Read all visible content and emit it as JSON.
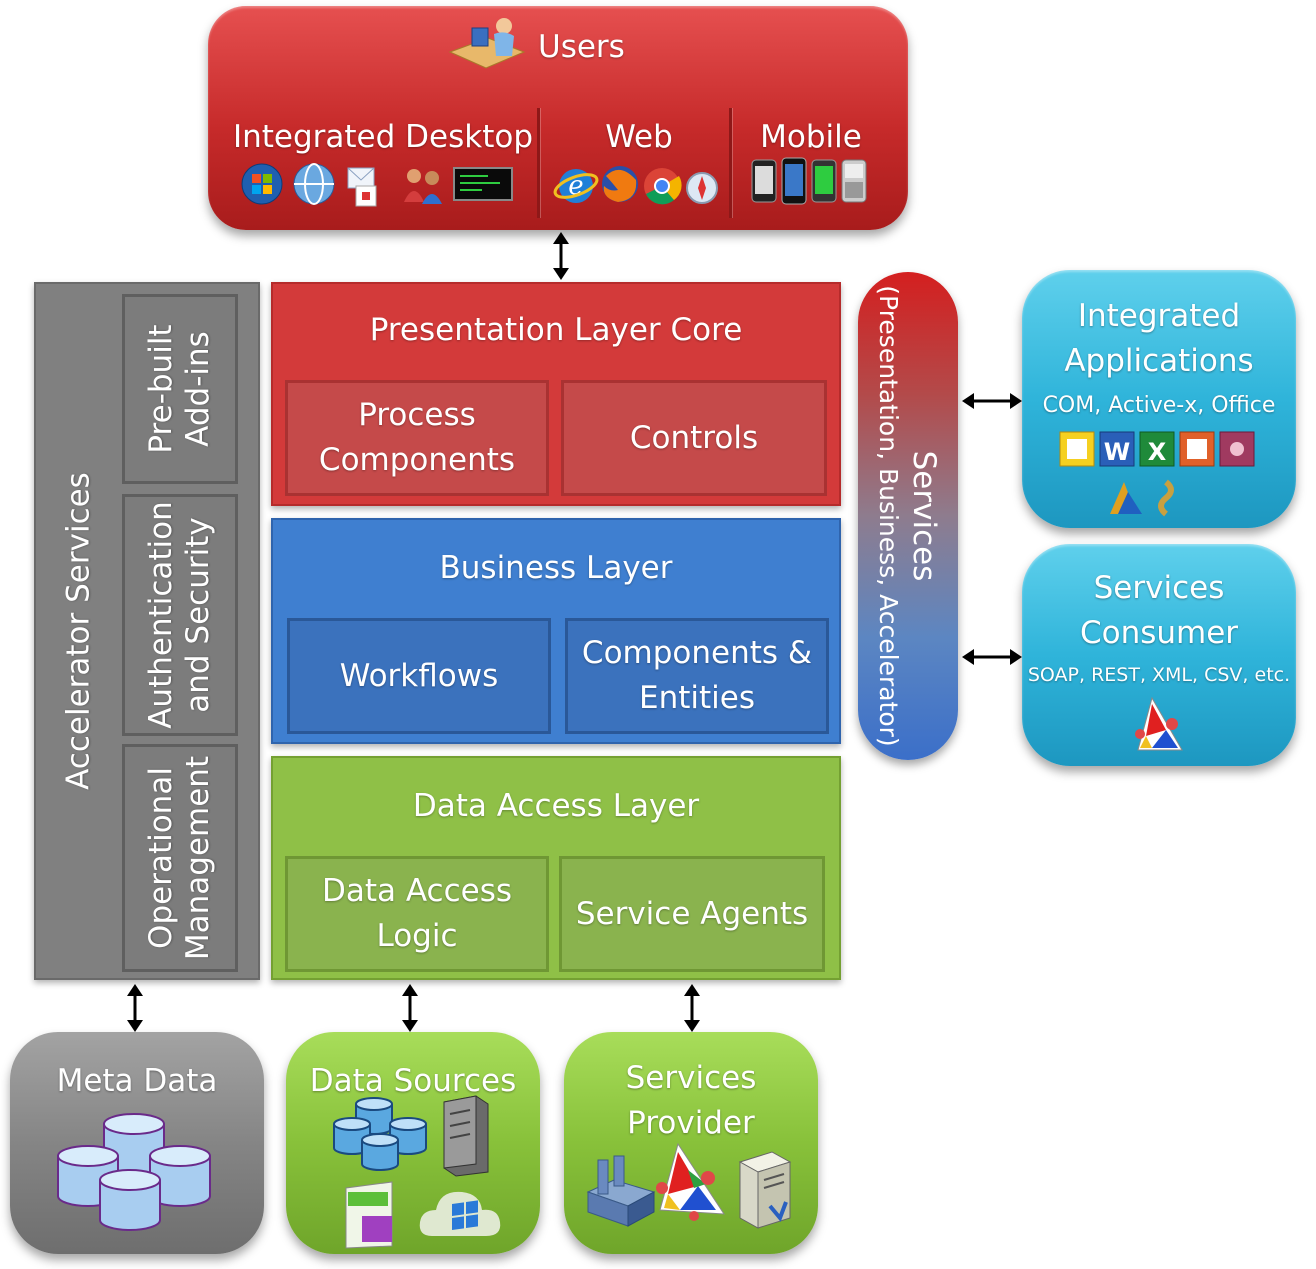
{
  "users": {
    "title": "Users",
    "sections": [
      {
        "label": "Integrated Desktop"
      },
      {
        "label": "Web"
      },
      {
        "label": "Mobile"
      }
    ]
  },
  "accelerator": {
    "title": "Accelerator Services",
    "items": [
      {
        "line1": "Pre-built",
        "line2": "Add-ins"
      },
      {
        "line1": "Authentication",
        "line2": "and Security"
      },
      {
        "line1": "Operational",
        "line2": "Management"
      }
    ]
  },
  "presentation": {
    "title": "Presentation Layer Core",
    "left": {
      "line1": "Process",
      "line2": "Components"
    },
    "right": "Controls"
  },
  "business": {
    "title": "Business Layer",
    "left": "Workflows",
    "right": {
      "line1": "Components &",
      "line2": "Entities"
    }
  },
  "data_access": {
    "title": "Data Access Layer",
    "left": {
      "line1": "Data Access",
      "line2": "Logic"
    },
    "right": "Service Agents"
  },
  "services": {
    "title": "Services",
    "subtitle": "(Presentation, Business, Accelerator)"
  },
  "integrated_apps": {
    "line1": "Integrated",
    "line2": "Applications",
    "subtitle": "COM, Active-x, Office"
  },
  "services_consumer": {
    "line1": "Services",
    "line2": "Consumer",
    "subtitle": "SOAP, REST, XML, CSV, etc."
  },
  "bottom": {
    "meta": "Meta Data",
    "sources": "Data Sources",
    "provider_line1": "Services",
    "provider_line2": "Provider"
  },
  "colors": {
    "red": "#d33a3a",
    "blue": "#3f7fd0",
    "green": "#8fc047",
    "gray": "#808080",
    "cyan": "#2fb4da"
  }
}
